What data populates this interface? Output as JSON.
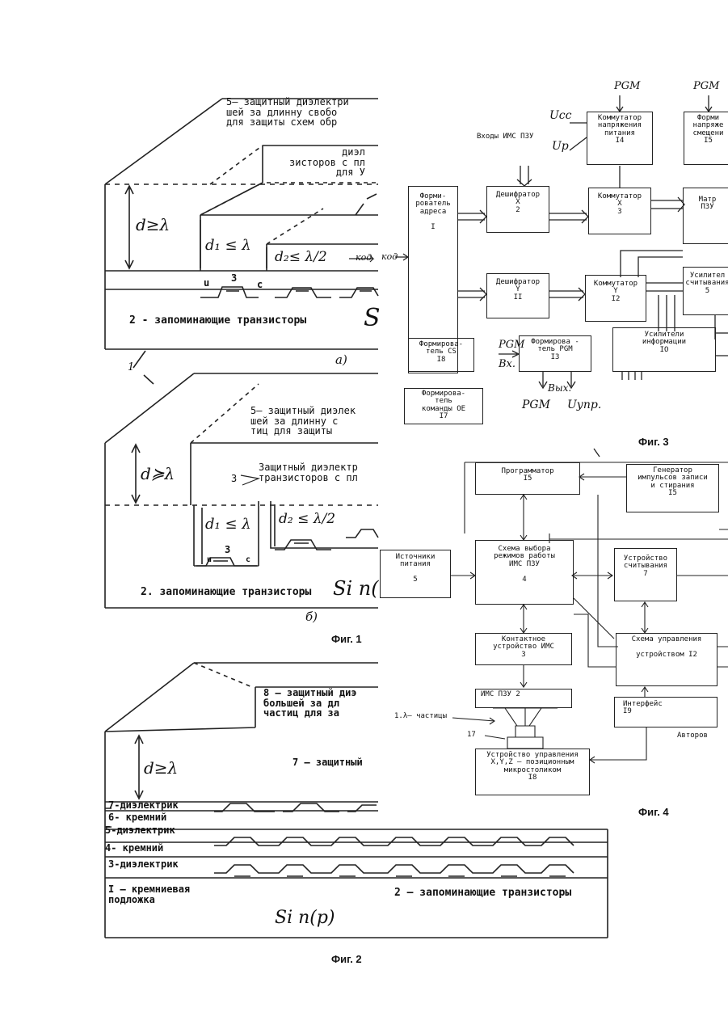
{
  "fig1": {
    "a": {
      "d_label": "d≥λ",
      "d1_label": "d₁ ≤ λ",
      "d2_label": "d₂≤ λ/2",
      "layer5": "5– защитный диэлектри\nшей за длинну свобо\nдля защиты схем обр",
      "layer_dielectric": "диэл\nзисторов с пл\nдля У",
      "num3": "3",
      "u": "u",
      "c": "c",
      "transistors": "2 - запоминающие транзисторы",
      "si": "S",
      "kod": "код",
      "sub": "а)",
      "mark1": "1"
    },
    "b": {
      "d_label": "d≽λ",
      "d1_label": "d₁ ≤ λ",
      "d2_label": "d₂ ≤ λ/2",
      "layer5": "5– защитный диэлек\nшей за длинну с\nтиц для защиты",
      "layer3": "Защитный диэлектр\nтранзисторов с пл",
      "num3_left": "3",
      "num3": "3",
      "u": "u",
      "c": "c",
      "transistors": "2. запоминающие транзисторы",
      "si": "Si n(",
      "sub": "б)"
    },
    "caption": "Фиг. 1"
  },
  "fig2": {
    "d_label": "d≥λ",
    "layer8": "8 – защитный диэ\nбольшей за дл\nчастиц для за",
    "layer7_top": "7 – защитный",
    "layers": [
      "7-диэлектрик",
      "6- кремний",
      "5-диэлектрик",
      "4- кремний",
      "3-диэлектрик"
    ],
    "substrate": "I – кремниевая\nподложка",
    "transistors": "2 – запоминающие транзисторы",
    "si": "Si n(p)",
    "caption": "Фиг. 2"
  },
  "fig3": {
    "pgm1": "PGM",
    "pgm2": "PGM",
    "ucc": "Ucc",
    "up": "Up",
    "inputs": "Входы ИМС ПЗУ",
    "b14": "Коммутатор\nнапряжения\nпитания\nI4",
    "b15": "Форми\nнапряже\nсмещени\nI5",
    "b1": "Форми-\nрователь\nадреса\n\nI",
    "b2": "Дешифратор\nX\n2",
    "b3": "Коммутатор\nX\n3",
    "b_matrix": "Матр\nПЗУ",
    "b11": "Дешифратор\nY\nII",
    "b12": "Коммутатор\nY\nI2",
    "b5": "Усилител\nсчитывания\n5",
    "b18": "Формирова-\nтель CS\nI8",
    "b13": "Формирова -\nтель PGM\nI3",
    "b10": "Усилители\nинформации\nIO",
    "b17": "Формирова-\nтель\nкоманды ОЕ\nI7",
    "pgm_in": "PGM",
    "bx": "Bx.",
    "vyx": "Вых.",
    "pgm_out": "PGM",
    "uupr": "Uупр.",
    "kod": "код",
    "caption": "Фиг. 3"
  },
  "fig4": {
    "b15": "Программатор\nI5",
    "b_gen": "Генератор\nимпульсов записи\nи стирания\nI5",
    "b5": "Источники\nпитания\n\n5",
    "b4": "Схема выбора\nрежимов работы\nИМС ПЗУ\n\n4",
    "b7": "Устройство\nсчитывания\n7",
    "b3": "Контактное\nустройство ИМС\n3",
    "b_ctrl": "Схема управления\n\nустройством I2",
    "b2": "ИМС ПЗУ 2",
    "b19": "Интерфейс\nI9",
    "particles": "1.λ– частицы",
    "n17": "17",
    "b18": "Устройство управления\nX,Y,Z – позиционным\nмикростоликом\nI8",
    "authors": "Авторов",
    "caption": "Фиг. 4"
  }
}
